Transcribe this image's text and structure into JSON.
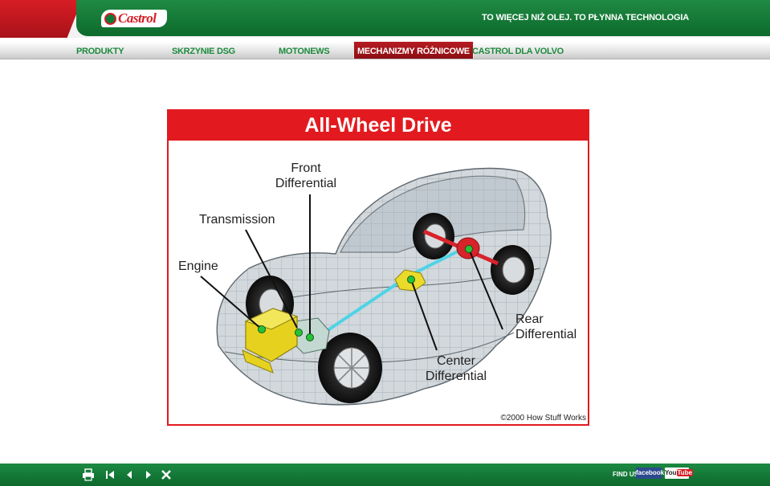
{
  "header": {
    "logo_text": "Castrol",
    "tagline": "TO WIĘCEJ NIŻ OLEJ. TO PŁYNNA TECHNOLOGIA"
  },
  "nav": {
    "items": [
      {
        "label": "PRODUKTY",
        "active": false
      },
      {
        "label": "SKRZYNIE DSG",
        "active": false
      },
      {
        "label": "MOTONEWS",
        "active": false
      },
      {
        "label": "MECHANIZMY RÓŻNICOWE",
        "active": true
      },
      {
        "label": "CASTROL DLA VOLVO",
        "active": false
      }
    ]
  },
  "figure": {
    "title": "All-Wheel Drive",
    "labels": {
      "front_differential": "Front Differential",
      "transmission": "Transmission",
      "engine": "Engine",
      "rear_differential": "Rear Differential",
      "center_differential": "Center Differential"
    },
    "copyright": "©2000 How Stuff Works",
    "colors": {
      "frame": "#e21a1f",
      "engine": "#e6d21e",
      "driveshaft": "#4fd3e6",
      "rear_axle": "#d8232a",
      "marker": "#27c23a"
    }
  },
  "footer": {
    "icons": {
      "print": "printer-icon",
      "first": "first-page-icon",
      "prev": "previous-icon",
      "next": "next-icon",
      "close": "close-icon"
    },
    "find_us": "FIND US:",
    "facebook": "facebook",
    "youtube_you": "You",
    "youtube_tube": "Tube"
  }
}
